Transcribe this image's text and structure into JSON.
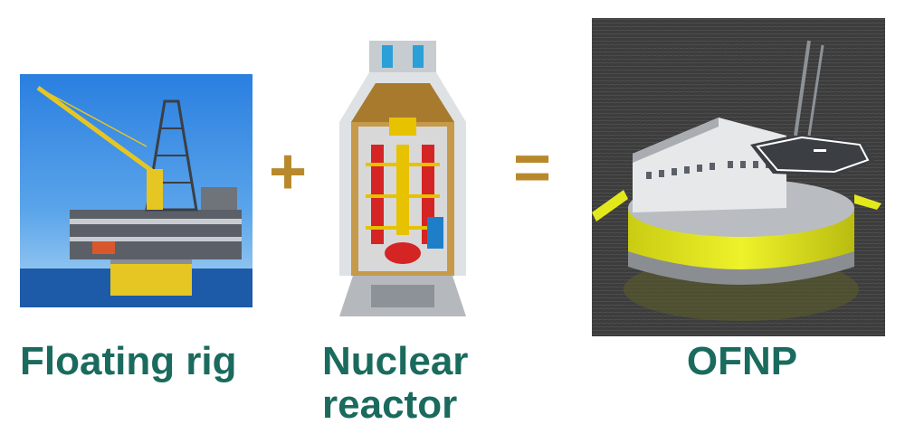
{
  "operators": {
    "plus": "+",
    "equals": "="
  },
  "captions": {
    "rig": "Floating rig",
    "reactor_line1": "Nuclear",
    "reactor_line2": "reactor",
    "ofnp": "OFNP"
  },
  "colors": {
    "caption": "#1a6b5e",
    "operator": "#b8892c",
    "hull_yellow": "#e3e81c",
    "sea": "#3a3a3a",
    "sky": "#1f6fd1"
  }
}
